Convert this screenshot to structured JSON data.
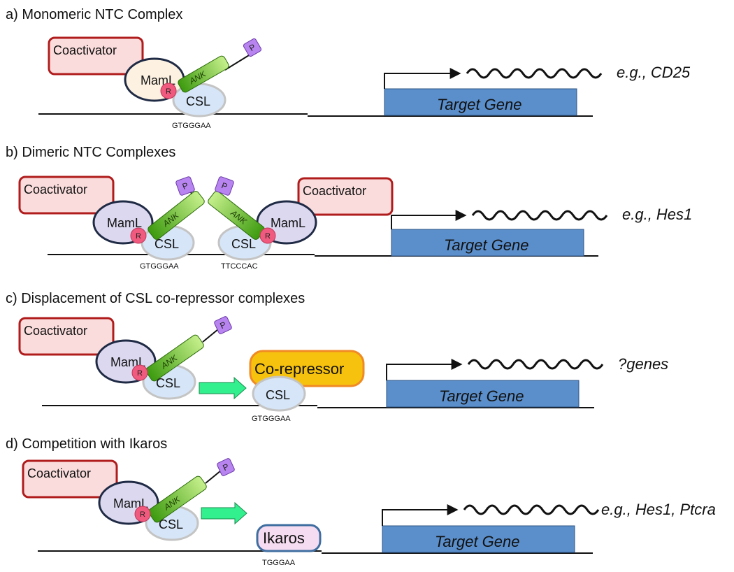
{
  "colors": {
    "coactivator_fill": "#fbdcdc",
    "coactivator_stroke": "#b01c1c",
    "maml_fill": "#dcd8f0",
    "maml_stroke": "#1f2a44",
    "csl_fill": "#d6e6f8",
    "csl_stroke": "#c4c4c4",
    "r_fill": "#f05a7e",
    "ank_dark": "#3c9a0e",
    "ank_light": "#c6f08c",
    "p_fill": "#b884f0",
    "target_gene_fill": "#5b8fcb",
    "arrow_fill": "#33f08f",
    "corepressor_fill": "#f7c20e",
    "corepressor_stroke": "#f08a24",
    "ikaros_fill": "#f5dcf0",
    "ikaros_stroke": "#3f6ea0"
  },
  "panels": [
    {
      "title": "a) Monomeric NTC Complex",
      "coactivator": "Coactivator",
      "maml": "MamL",
      "r": "R",
      "ank": "ANK",
      "p": "P",
      "csl": "CSL",
      "seq": "GTGGGAA",
      "target_gene": "Target Gene",
      "example": "e.g., CD25"
    },
    {
      "title": "b) Dimeric NTC Complexes",
      "coactivator_left": "Coactivator",
      "coactivator_right": "Coactivator",
      "maml_left": "MamL",
      "maml_right": "MamL",
      "r": "R",
      "ank": "ANK",
      "p": "P",
      "csl": "CSL",
      "seq_left": "GTGGGAA",
      "seq_right": "TTCCCAC",
      "target_gene": "Target Gene",
      "example": "e.g., Hes1"
    },
    {
      "title": "c) Displacement of CSL co-repressor complexes",
      "coactivator": "Coactivator",
      "maml": "MamL",
      "r": "R",
      "ank": "ANK",
      "p": "P",
      "csl": "CSL",
      "corepressor": "Co-repressor",
      "seq": "GTGGGAA",
      "target_gene": "Target Gene",
      "example": "?genes"
    },
    {
      "title": "d) Competition with Ikaros",
      "coactivator": "Coactivator",
      "maml": "MamL",
      "r": "R",
      "ank": "ANK",
      "p": "P",
      "csl": "CSL",
      "ikaros": "Ikaros",
      "seq": "TGGGAA",
      "target_gene": "Target Gene",
      "example": "e.g., Hes1, Ptcra"
    }
  ]
}
